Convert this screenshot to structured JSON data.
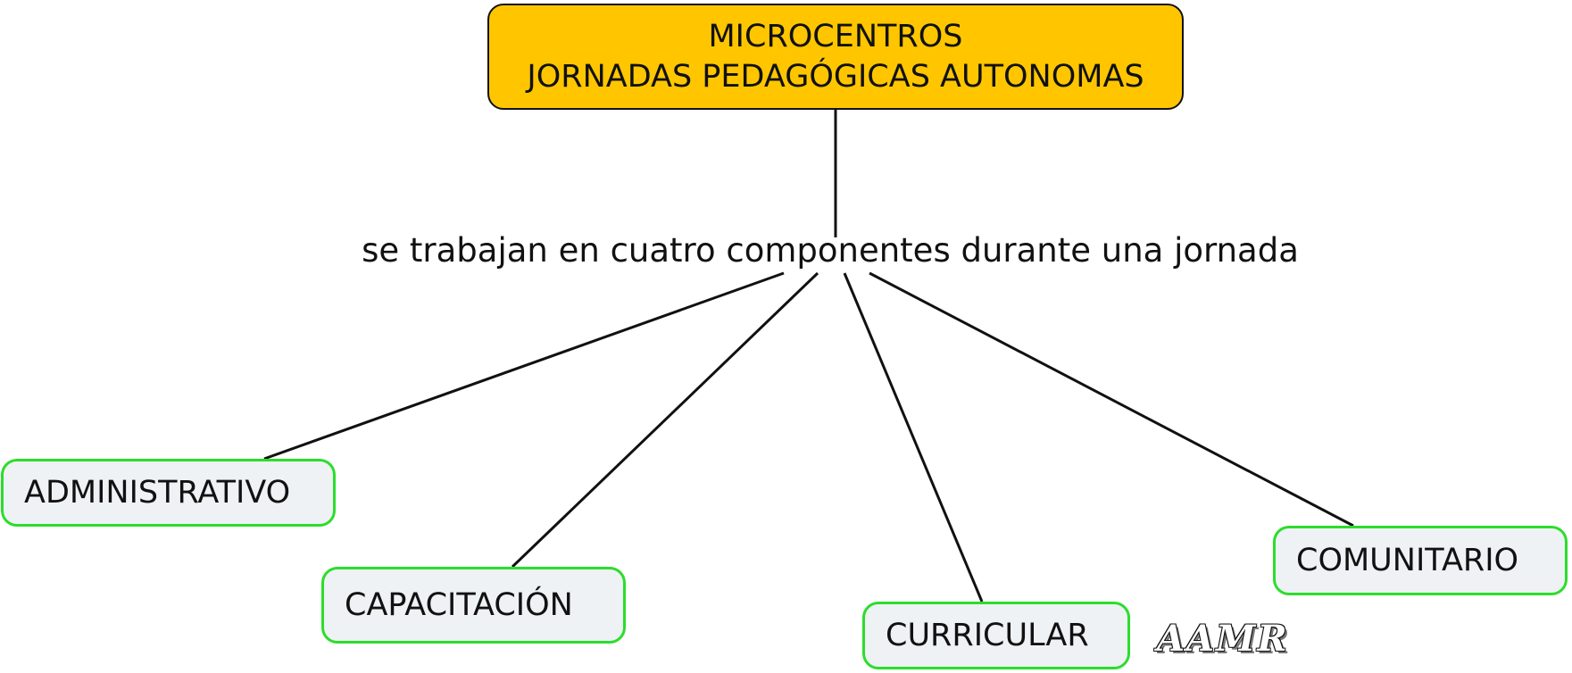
{
  "root": {
    "line1": "MICROCENTROS",
    "line2": "JORNADAS PEDAGÓGICAS AUTONOMAS",
    "fill_color": "#ffc600"
  },
  "link_phrase": "se trabajan en cuatro componentes durante una jornada",
  "concepts": [
    {
      "label": "ADMINISTRATIVO"
    },
    {
      "label": "CAPACITACIÓN"
    },
    {
      "label": "CURRICULAR"
    },
    {
      "label": "COMUNITARIO"
    }
  ],
  "concept_style": {
    "fill_color": "#eef2f4",
    "border_color": "#2cdd2c"
  },
  "signature": "AAMR"
}
